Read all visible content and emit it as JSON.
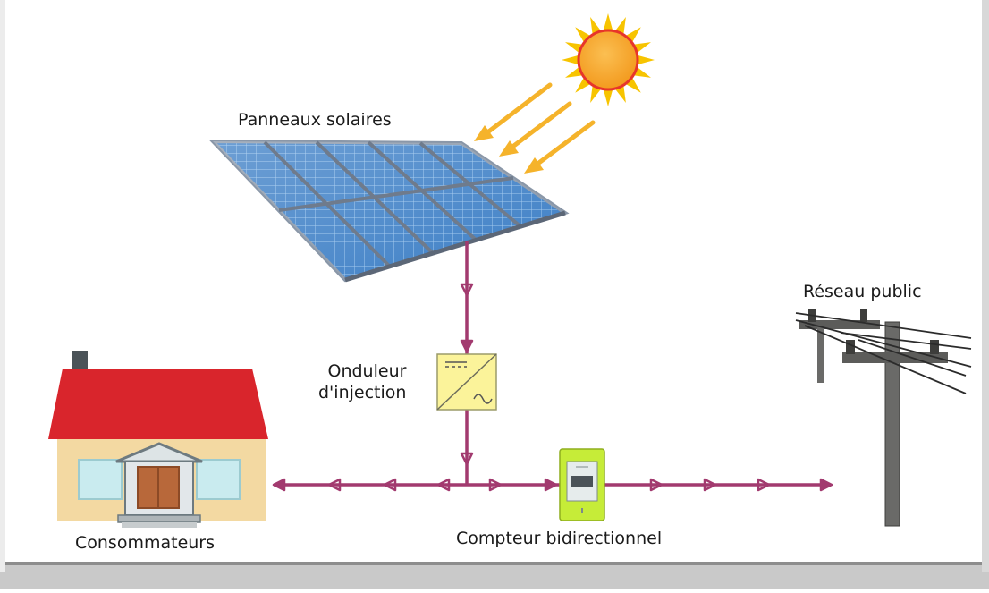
{
  "labels": {
    "panels": "Panneaux solaires",
    "inverter_line1": "Onduleur",
    "inverter_line2": "d'injection",
    "grid": "Réseau public",
    "consumers": "Consommateurs",
    "meter": "Compteur bidirectionnel"
  },
  "colors": {
    "wire": "#a23a6f",
    "sun_rays": "#f7c400",
    "sun_core": "#f5a623",
    "light_arrows": "#f5b32b",
    "panel_blue": "#3d7fc6",
    "inverter_yellow": "#fbf39a",
    "meter_green": "#c6ec38",
    "roof_red": "#d9252c",
    "wall_tan": "#f3d9a2"
  },
  "icons": {
    "sun": "sun-icon",
    "panels": "solar-panel-icon",
    "inverter": "inverter-icon",
    "meter": "meter-icon",
    "house": "house-icon",
    "pole": "utility-pole-icon"
  }
}
